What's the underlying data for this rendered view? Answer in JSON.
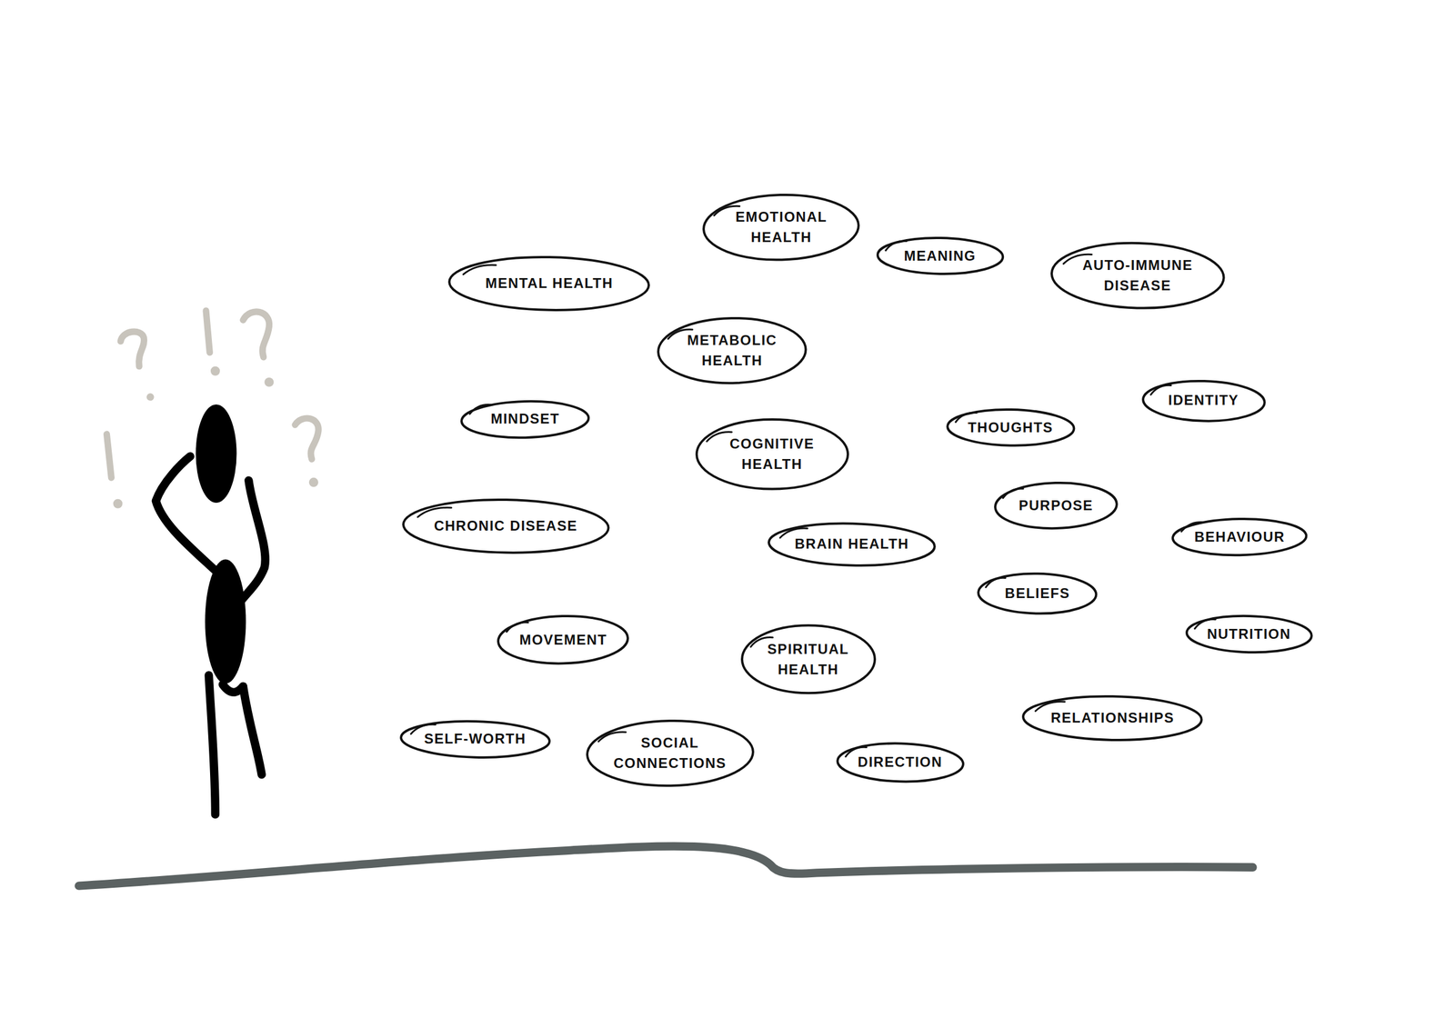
{
  "diagram": {
    "nodes": [
      {
        "text": [
          "EMOTIONAL HEALTH"
        ]
      },
      {
        "text": [
          "MEANING"
        ]
      },
      {
        "text": [
          "AUTO-IMMUNE DISEASE"
        ]
      },
      {
        "text": [
          "MENTAL HEALTH"
        ]
      },
      {
        "text": [
          "METABOLIC HEALTH"
        ]
      },
      {
        "text": [
          "IDENTITY"
        ]
      },
      {
        "text": [
          "MINDSET"
        ]
      },
      {
        "text": [
          "THOUGHTS"
        ]
      },
      {
        "text": [
          "COGNITIVE HEALTH"
        ]
      },
      {
        "text": [
          "PURPOSE"
        ]
      },
      {
        "text": [
          "CHRONIC DISEASE"
        ]
      },
      {
        "text": [
          "BEHAVIOUR"
        ]
      },
      {
        "text": [
          "BRAIN HEALTH"
        ]
      },
      {
        "text": [
          "BELIEFS"
        ]
      },
      {
        "text": [
          "NUTRITION"
        ]
      },
      {
        "text": [
          "MOVEMENT"
        ]
      },
      {
        "text": [
          "SPIRITUAL HEALTH"
        ]
      },
      {
        "text": [
          "RELATIONSHIPS"
        ]
      },
      {
        "text": [
          "SELF-WORTH"
        ]
      },
      {
        "text": [
          "SOCIAL CONNECTIONS"
        ]
      },
      {
        "text": [
          "DIRECTION"
        ]
      }
    ]
  }
}
